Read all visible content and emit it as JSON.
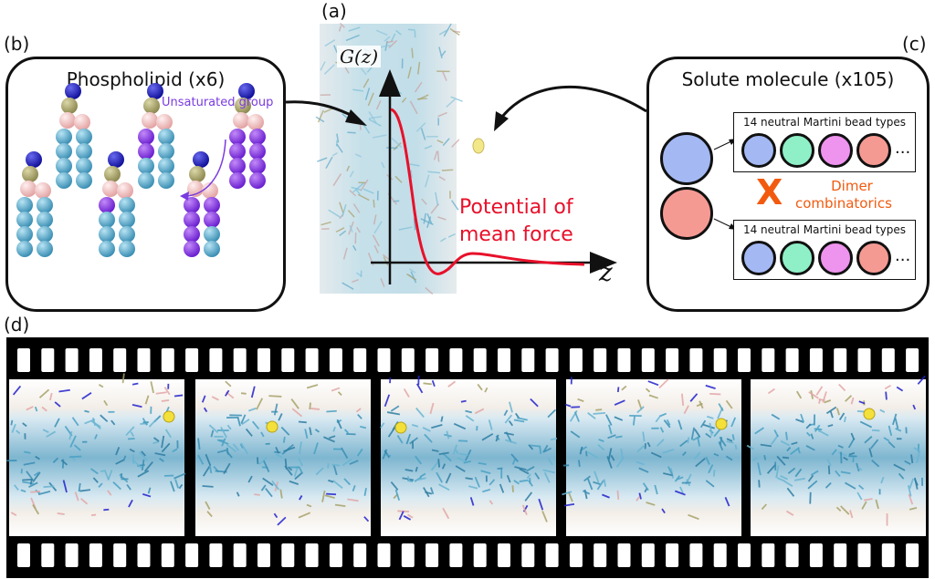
{
  "labels": {
    "a": "(a)",
    "b": "(b)",
    "c": "(c)",
    "d": "(d)"
  },
  "panel_b": {
    "title": "Phospholipid (x6)",
    "annotation": "Unsaturated group"
  },
  "panel_a": {
    "y_axis_label": "G(z)",
    "x_axis_label": "z",
    "curve_label_line1": "Potential of",
    "curve_label_line2": "mean force",
    "curve_color": "#e8102a"
  },
  "panel_c": {
    "title": "Solute molecule (x105)",
    "box_title_top": "14 neutral Martini bead types",
    "box_title_bottom": "14 neutral Martini bead types",
    "ellipsis": "...",
    "x_mark": "X",
    "dimer_line1": "Dimer",
    "dimer_line2": "combinatorics",
    "accent_color": "#f25a0f",
    "bead_colors": [
      "#a4b8f4",
      "#8ff0c7",
      "#ee93ee",
      "#f59a93"
    ],
    "dimer_colors": [
      "#a4b8f4",
      "#f59a93"
    ]
  },
  "colors": {
    "head_choline": "#2222cc",
    "phosphate": "#a8a36a",
    "glycerol": "#f4b9b9",
    "tail": "#4aa1c4",
    "unsaturated": "#7a2be0",
    "solute": "#f2e88a",
    "annotation": "#7a3be0"
  }
}
